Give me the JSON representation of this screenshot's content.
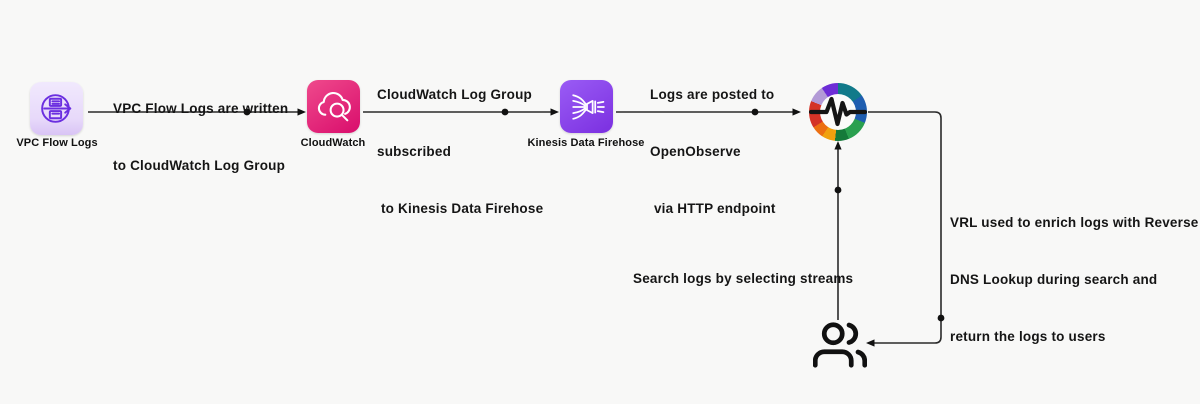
{
  "canvas": {
    "background": "#f8f8f7",
    "line_color": "#2a2a2a",
    "text_color": "#151515"
  },
  "nodes": {
    "vpc_flow_logs": {
      "label": "VPC Flow Logs",
      "bg": "#ece2fb",
      "glyph_color": "#6b2fe0",
      "icon": "vpc-flow-logs-icon"
    },
    "cloudwatch": {
      "label": "CloudWatch",
      "bg": "#e0116f",
      "glyph_color": "#ffffff",
      "icon": "cloudwatch-icon"
    },
    "kinesis_firehose": {
      "label": "Kinesis Data Firehose",
      "bg": "#8443ea",
      "glyph_color": "#ffffff",
      "icon": "kinesis-data-firehose-icon"
    },
    "openobserve": {
      "icon": "openobserve-logo",
      "ring_colors": [
        "#117a8a",
        "#1f5eb0",
        "#2aa04f",
        "#157a3a",
        "#f0a10e",
        "#ec6f12",
        "#d43327",
        "#b29ad6",
        "#6d2dd6"
      ],
      "pulse_color": "#151515"
    },
    "users": {
      "icon": "users-icon",
      "color": "#111111"
    }
  },
  "annotations": {
    "vpc_to_cloudwatch": {
      "lines": [
        "VPC Flow Logs are written",
        "to CloudWatch Log Group"
      ]
    },
    "cloudwatch_to_kinesis": {
      "lines": [
        "CloudWatch Log Group",
        "subscribed",
        " to Kinesis Data Firehose"
      ]
    },
    "kinesis_to_openobserve": {
      "lines": [
        "Logs are posted to",
        "OpenObserve",
        " via HTTP endpoint"
      ]
    },
    "search_logs": {
      "lines": [
        "Search logs by selecting streams"
      ]
    },
    "vrl_enrich": {
      "lines": [
        "VRL used to enrich logs with Reverse",
        "DNS Lookup during search and",
        "return the logs to users"
      ]
    }
  }
}
